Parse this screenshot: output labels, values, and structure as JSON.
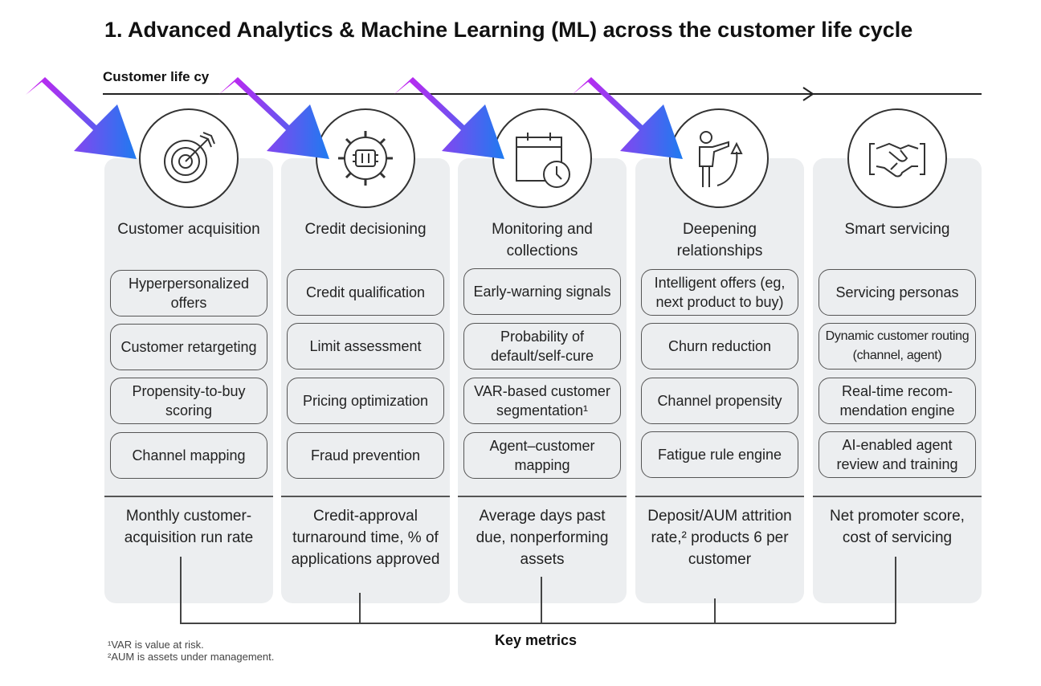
{
  "title": "1. Advanced Analytics & Machine Learning (ML) across the customer life cycle",
  "lifecycle_label": "Customer life cy",
  "columns": [
    {
      "title": "Customer acquisition",
      "icon": "target-icon",
      "items": [
        "Hyperpersonalized offers",
        "Customer retargeting",
        "Propensity-to-buy scoring",
        "Channel mapping"
      ],
      "metric": "Monthly customer-acquisition run rate"
    },
    {
      "title": "Credit decisioning",
      "icon": "gear-chip-icon",
      "items": [
        "Credit qualification",
        "Limit assessment",
        "Pricing optimization",
        "Fraud prevention"
      ],
      "metric": "Credit-approval turnaround time, % of applications approved"
    },
    {
      "title": "Monitoring and collections",
      "icon": "calendar-clock-icon",
      "items": [
        "Early-warning signals",
        "Probability of default/self-cure",
        "VAR-based customer segmentation¹",
        "Agent–customer mapping"
      ],
      "metric": "Average days past due, nonperforming assets"
    },
    {
      "title": "Deepening relationships",
      "icon": "person-pointing-icon",
      "items": [
        "Intelligent offers (eg, next product to buy)",
        "Churn reduction",
        "Channel propensity",
        "Fatigue rule engine"
      ],
      "metric": "Deposit/AUM attrition rate,² products 6 per customer"
    },
    {
      "title": "Smart servicing",
      "icon": "handshake-icon",
      "items": [
        "Servicing personas",
        "Dynamic customer routing (channel, agent)",
        "Real-time recom-mendation engine",
        "AI-enabled agent review and training"
      ],
      "metric": "Net promoter score, cost of servicing"
    }
  ],
  "key_metrics_label": "Key metrics",
  "footnotes": [
    "¹VAR is value at risk.",
    "²AUM is assets under management."
  ],
  "colors": {
    "panel": "#eceef0",
    "arrow_start": "#d21df0",
    "arrow_end": "#1e7bf0"
  }
}
